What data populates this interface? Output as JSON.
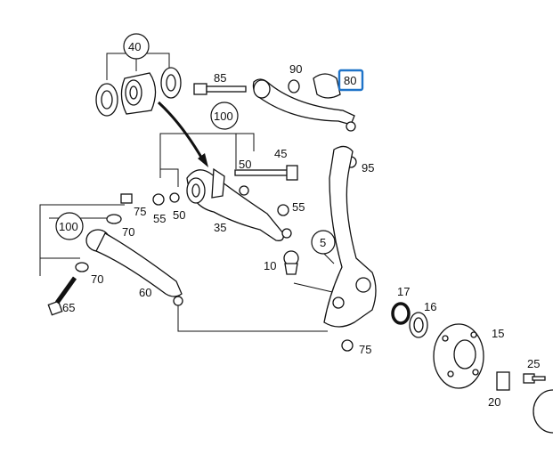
{
  "diagram": {
    "labels": {
      "p5": "5",
      "p10": "10",
      "p15": "15",
      "p16": "16",
      "p17": "17",
      "p20": "20",
      "p25": "25",
      "p35": "35",
      "p40": "40",
      "p45": "45",
      "p50a": "50",
      "p50b": "50",
      "p55a": "55",
      "p55b": "55",
      "p60": "60",
      "p65": "65",
      "p70a": "70",
      "p70b": "70",
      "p75a": "75",
      "p75b": "75",
      "p80": "80",
      "p85": "85",
      "p90": "90",
      "p95": "95",
      "p100a": "100",
      "p100b": "100"
    },
    "highlight_color": "#1e73c8"
  }
}
